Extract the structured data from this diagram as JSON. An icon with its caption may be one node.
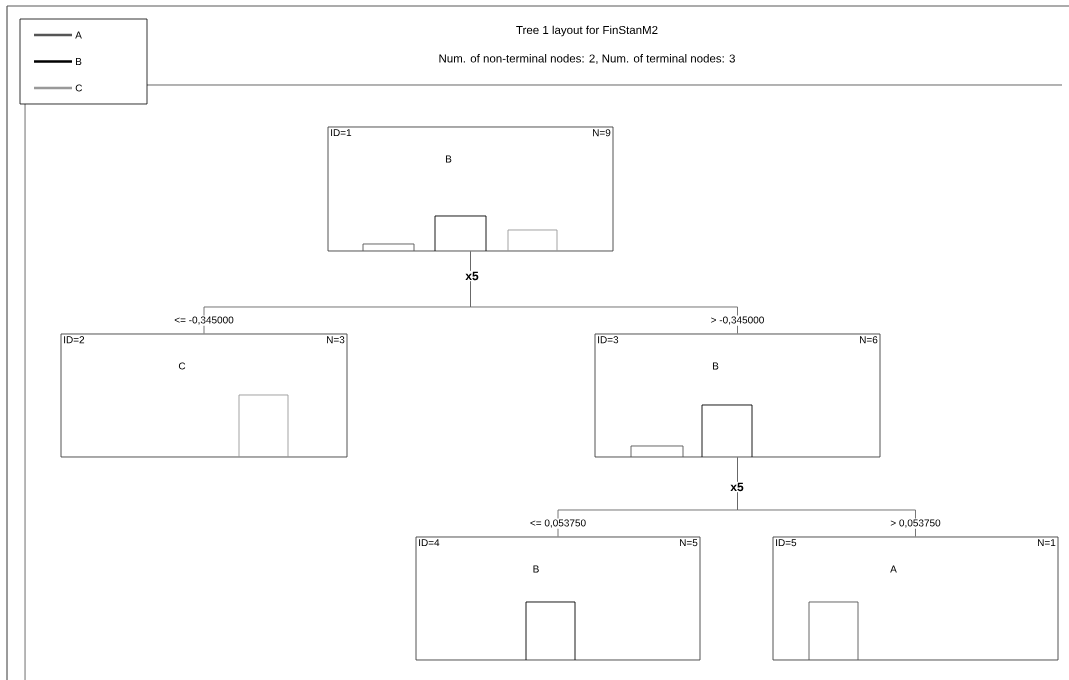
{
  "diagram": {
    "title": "Tree 1 layout for FinStanM2",
    "nodes": [
      {
        "text": [
          "ID=1",
          "N=9",
          "B"
        ]
      },
      {
        "text": [
          "ID=2",
          "N=3",
          "C"
        ]
      },
      {
        "text": [
          "ID=3",
          "N=6",
          "B"
        ]
      },
      {
        "text": [
          "ID=4",
          "N=5",
          "B"
        ]
      },
      {
        "text": [
          "ID=5",
          "N=1",
          "A"
        ]
      }
    ],
    "edges": [
      {
        "from": 0,
        "to": 1,
        "arrow": "none",
        "label": "<= -0,345000"
      },
      {
        "from": 0,
        "to": 2,
        "arrow": "none",
        "label": "> -0,345000"
      },
      {
        "from": 2,
        "to": 3,
        "arrow": "none",
        "label": "<= 0,053750"
      },
      {
        "from": 2,
        "to": 4,
        "arrow": "none",
        "label": "> 0,053750"
      }
    ],
    "labels": [
      "Num. of non-terminal nodes: 2,  Num. of terminal nodes: 3",
      "x5",
      "x5"
    ],
    "legend": [
      {
        "text": "A",
        "color": "#555555"
      },
      {
        "text": "B",
        "color": "#000000"
      },
      {
        "text": "C",
        "color": "#999999"
      }
    ]
  }
}
